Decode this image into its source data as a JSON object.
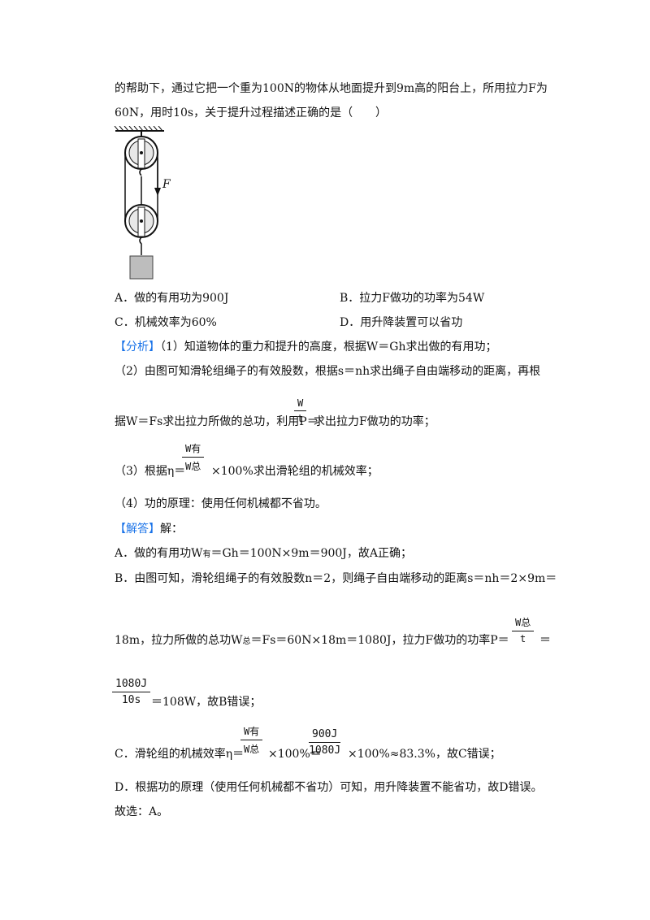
{
  "question": {
    "line1": "的帮助下，通过它把一个重为100N的物体从地面提升到9m高的阳台上，所用拉力F为",
    "line2": "60N，用时10s，关于提升过程描述正确的是（　　）",
    "figure_label_F": "F",
    "options": {
      "A": "A．做的有用功为900J",
      "B": "B．拉力F做功的功率为54W",
      "C": "C．机械效率为60%",
      "D": "D．用升降装置可以省功"
    }
  },
  "analysis": {
    "tag": "【分析】",
    "p1": "（1）知道物体的重力和提升的高度，根据W＝Gh求出做的有用功；",
    "p2a": "（2）由图可知滑轮组绳子的有效股数，根据s＝nh求出绳子自由端移动的距离，再根",
    "p2b_pre": "据W＝Fs求出拉力所做的总功，利用P＝",
    "p2b_frac_num": "W",
    "p2b_frac_den": "t",
    "p2b_post": "求出拉力F做功的功率；",
    "p3_pre": "（3）根据η＝",
    "p3_frac_num": "W有",
    "p3_frac_den": "W总",
    "p3_post": "×100%求出滑轮组的机械效率；",
    "p4": "（4）功的原理：使用任何机械都不省功。"
  },
  "answer": {
    "tag": "【解答】",
    "tag_after": "解：",
    "a_pre": "A．做的有用功W",
    "a_sub": "有",
    "a_post": "＝Gh＝100N×9m＝900J，故A正确；",
    "b1": "B．由图可知，滑轮组绳子的有效股数n＝2，则绳子自由端移动的距离s＝nh＝2×9m＝",
    "b2_pre": "18m，拉力所做的总功W",
    "b2_sub": "总",
    "b2_mid": "＝Fs＝60N×18m＝1080J，拉力F做功的功率P＝",
    "b2_frac_num": "W总",
    "b2_frac_den": "t",
    "b2_post": "＝",
    "b3_frac_num": "1080J",
    "b3_frac_den": "10s",
    "b3_post": "＝108W，故B错误；",
    "c_pre": "C．滑轮组的机械效率η＝",
    "c_frac1_num": "W有",
    "c_frac1_den": "W总",
    "c_mid": "×100%＝",
    "c_frac2_num": "900J",
    "c_frac2_den": "1080J",
    "c_post": "×100%≈83.3%，故C错误；",
    "d": "D．根据功的原理（使用任何机械都不省功）可知，用升降装置不能省功，故D错误。",
    "choice": "故选：A。"
  }
}
